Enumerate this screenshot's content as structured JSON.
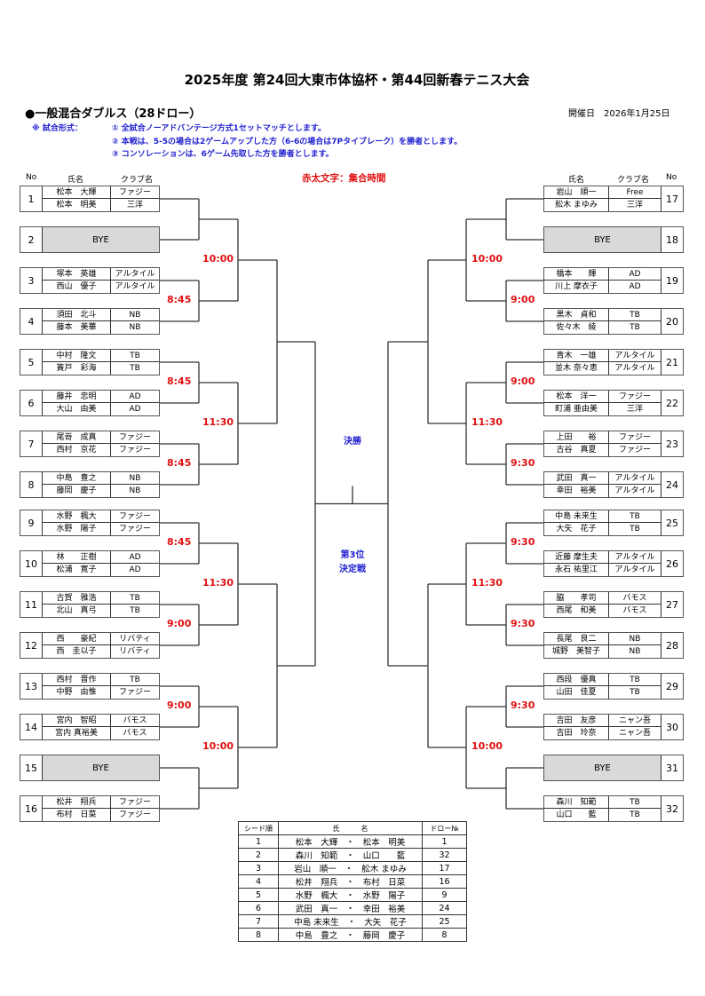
{
  "title": "2025年度 第24回大東市体協杯・第44回新春テニス大会",
  "event": "●一般混合ダブルス（28ドロー）",
  "date": "開催日　2026年1月25日",
  "rules": {
    "label": "※ 試合形式：",
    "items": [
      "① 全試合ノーアドバンテージ方式1セットマッチとします。",
      "② 本戦は、5-5の場合は2ゲームアップした方（6-6の場合は7Pタイブレーク）を勝者とします。",
      "③ コンソレーションは、6ゲーム先取した方を勝者とします。"
    ]
  },
  "headers": {
    "no": "No",
    "name": "氏名",
    "club": "クラブ名"
  },
  "legend": "赤太文字：集合時間",
  "final_label": "決勝",
  "third_label": [
    "第3位",
    "決定戦"
  ],
  "bye": "BYE",
  "entries": [
    {
      "no": "1",
      "players": [
        [
          "松本　大輝",
          "ファジー"
        ],
        [
          "松本　明美",
          "三洋"
        ]
      ]
    },
    {
      "no": "2",
      "bye": true
    },
    {
      "no": "3",
      "players": [
        [
          "塚本　英雄",
          "アルタイル"
        ],
        [
          "西山　優子",
          "アルタイル"
        ]
      ]
    },
    {
      "no": "4",
      "players": [
        [
          "須田　北斗",
          "NB"
        ],
        [
          "藤本　美華",
          "NB"
        ]
      ]
    },
    {
      "no": "5",
      "players": [
        [
          "中村　隆文",
          "TB"
        ],
        [
          "簀戸　彩海",
          "TB"
        ]
      ]
    },
    {
      "no": "6",
      "players": [
        [
          "藤井　忠明",
          "AD"
        ],
        [
          "大山　由美",
          "AD"
        ]
      ]
    },
    {
      "no": "7",
      "players": [
        [
          "尾嵜　成真",
          "ファジー"
        ],
        [
          "西村　京花",
          "ファジー"
        ]
      ]
    },
    {
      "no": "8",
      "players": [
        [
          "中島　豊之",
          "NB"
        ],
        [
          "藤岡　慶子",
          "NB"
        ]
      ]
    },
    {
      "no": "9",
      "players": [
        [
          "水野　楓大",
          "ファジー"
        ],
        [
          "水野　陽子",
          "ファジー"
        ]
      ]
    },
    {
      "no": "10",
      "players": [
        [
          "林　　正樹",
          "AD"
        ],
        [
          "松浦　寛子",
          "AD"
        ]
      ]
    },
    {
      "no": "11",
      "players": [
        [
          "古賀　雅浩",
          "TB"
        ],
        [
          "北山　真弓",
          "TB"
        ]
      ]
    },
    {
      "no": "12",
      "players": [
        [
          "西　　豪紀",
          "リバティ"
        ],
        [
          "西　圭以子",
          "リバティ"
        ]
      ]
    },
    {
      "no": "13",
      "players": [
        [
          "西村　晋作",
          "TB"
        ],
        [
          "中野　由惟",
          "ファジー"
        ]
      ]
    },
    {
      "no": "14",
      "players": [
        [
          "宮内　智昭",
          "バモス"
        ],
        [
          "宮内 真裕美",
          "バモス"
        ]
      ]
    },
    {
      "no": "15",
      "bye": true
    },
    {
      "no": "16",
      "players": [
        [
          "松井　翔兵",
          "ファジー"
        ],
        [
          "布村　日菜",
          "ファジー"
        ]
      ]
    },
    {
      "no": "17",
      "players": [
        [
          "岩山　順一",
          "Free"
        ],
        [
          "舩木 まゆみ",
          "三洋"
        ]
      ]
    },
    {
      "no": "18",
      "bye": true
    },
    {
      "no": "19",
      "players": [
        [
          "橋本　　輝",
          "AD"
        ],
        [
          "川上 摩衣子",
          "AD"
        ]
      ]
    },
    {
      "no": "20",
      "players": [
        [
          "黒木　貞和",
          "TB"
        ],
        [
          "佐々木　綾",
          "TB"
        ]
      ]
    },
    {
      "no": "21",
      "players": [
        [
          "青木　一雄",
          "アルタイル"
        ],
        [
          "並木 奈々恵",
          "アルタイル"
        ]
      ]
    },
    {
      "no": "22",
      "players": [
        [
          "松本　洋一",
          "ファジー"
        ],
        [
          "町浦 亜由美",
          "三洋"
        ]
      ]
    },
    {
      "no": "23",
      "players": [
        [
          "上田　　裕",
          "ファジー"
        ],
        [
          "古谷　真夏",
          "ファジー"
        ]
      ]
    },
    {
      "no": "24",
      "players": [
        [
          "武田　真一",
          "アルタイル"
        ],
        [
          "幸田　裕美",
          "アルタイル"
        ]
      ]
    },
    {
      "no": "25",
      "players": [
        [
          "中島 未来生",
          "TB"
        ],
        [
          "大矢　花子",
          "TB"
        ]
      ]
    },
    {
      "no": "26",
      "players": [
        [
          "近藤 摩生夫",
          "アルタイル"
        ],
        [
          "永石 祐里江",
          "アルタイル"
        ]
      ]
    },
    {
      "no": "27",
      "players": [
        [
          "脇　　孝司",
          "バモス"
        ],
        [
          "西尾　和美",
          "バモス"
        ]
      ]
    },
    {
      "no": "28",
      "players": [
        [
          "長尾　良二",
          "NB"
        ],
        [
          "城野　美智子",
          "NB"
        ]
      ]
    },
    {
      "no": "29",
      "players": [
        [
          "西段　優真",
          "TB"
        ],
        [
          "山田　佳夏",
          "TB"
        ]
      ]
    },
    {
      "no": "30",
      "players": [
        [
          "吉田　友彦",
          "ニャン吾"
        ],
        [
          "吉田　玲奈",
          "ニャン吾"
        ]
      ]
    },
    {
      "no": "31",
      "bye": true
    },
    {
      "no": "32",
      "players": [
        [
          "森川　知範",
          "TB"
        ],
        [
          "山口　　藍",
          "TB"
        ]
      ]
    }
  ],
  "times": {
    "left_r1": [
      "",
      "8:45",
      "8:45",
      "8:45",
      "8:45",
      "9:00",
      "9:00",
      ""
    ],
    "left_r2": [
      "10:00",
      "11:30",
      "11:30",
      "10:00"
    ],
    "right_r1": [
      "",
      "9:00",
      "9:00",
      "9:30",
      "9:30",
      "9:30",
      "9:30",
      ""
    ],
    "right_r2": [
      "10:00",
      "11:30",
      "11:30",
      "10:00"
    ]
  },
  "seeds": {
    "headers": [
      "シード順",
      "氏　　　名",
      "ドロー№"
    ],
    "rows": [
      [
        "1",
        "松本　大輝　・　松本　明美",
        "1"
      ],
      [
        "2",
        "森川　知範　・　山口　　藍",
        "32"
      ],
      [
        "3",
        "岩山　順一　・　舩木 まゆみ",
        "17"
      ],
      [
        "4",
        "松井　翔兵　・　布村　日菜",
        "16"
      ],
      [
        "5",
        "水野　楓大　・　水野　陽子",
        "9"
      ],
      [
        "6",
        "武田　真一　・　幸田　裕美",
        "24"
      ],
      [
        "7",
        "中島 未来生　・　大矢　花子",
        "25"
      ],
      [
        "8",
        "中島　豊之　・　藤岡　慶子",
        "8"
      ]
    ]
  }
}
